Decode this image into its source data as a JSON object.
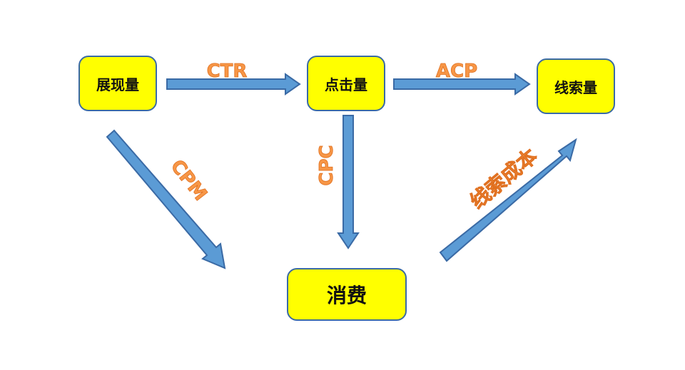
{
  "nodes": {
    "show": "展现量",
    "click": "点击量",
    "lead": "线索量",
    "spend": "消费"
  },
  "edges": {
    "ctr": "CTR",
    "acp": "ACP",
    "cpm": "CPM",
    "cpc": "CPC",
    "lead_cost": "线索成本"
  },
  "colors": {
    "node_fill": "#ffff00",
    "node_border": "#3a6aa5",
    "arrow_fill": "#5b9bd5",
    "label": "#f79646"
  }
}
